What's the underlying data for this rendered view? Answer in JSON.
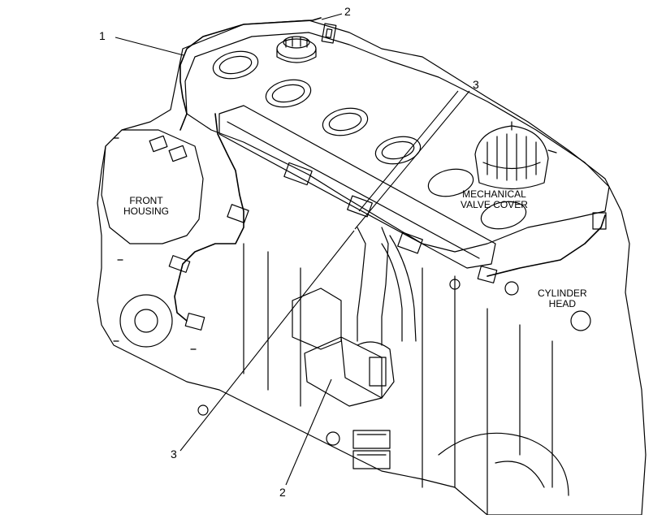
{
  "callouts": {
    "n1": "1",
    "n2_top": "2",
    "n3_top": "3",
    "n3_bottom": "3",
    "n2_bottom": "2"
  },
  "labels": {
    "front_housing": [
      "FRONT",
      "HOUSING"
    ],
    "mechanical_valve_cover": [
      "MECHANICAL",
      "VALVE COVER"
    ],
    "cylinder_head": [
      "CYLINDER",
      "HEAD"
    ]
  },
  "colors": {
    "line": "#000000",
    "background": "#ffffff"
  }
}
